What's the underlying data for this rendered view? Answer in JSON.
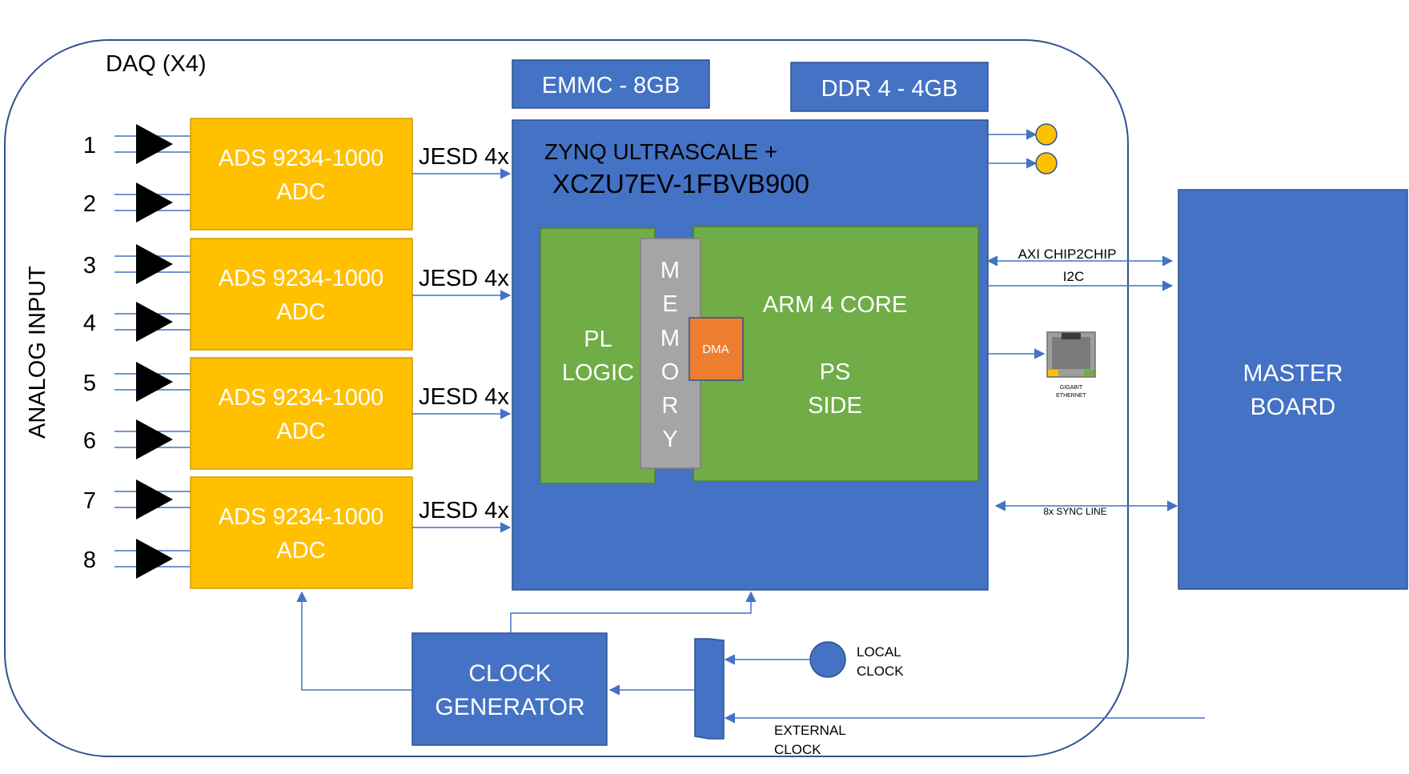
{
  "colors": {
    "blue": "#4472c4",
    "dark_blue": "#2f528f",
    "yellow": "#ffc000",
    "yellow_border": "#d39b00",
    "green": "#70ad47",
    "grey": "#a5a5a5",
    "orange": "#ed7d31",
    "line": "#4472c4",
    "triangle": "#000000"
  },
  "enclosure": {
    "title": "DAQ  (X4)"
  },
  "analog": {
    "label": "ANALOG INPUT",
    "channels": [
      "1",
      "2",
      "3",
      "4",
      "5",
      "6",
      "7",
      "8"
    ]
  },
  "adcs": [
    {
      "line1": "ADS 9234-1000",
      "line2": "ADC",
      "link": "JESD 4x"
    },
    {
      "line1": "ADS 9234-1000",
      "line2": "ADC",
      "link": "JESD 4x"
    },
    {
      "line1": "ADS 9234-1000",
      "line2": "ADC",
      "link": "JESD 4x"
    },
    {
      "line1": "ADS 9234-1000",
      "line2": "ADC",
      "link": "JESD 4x"
    }
  ],
  "emmc": "EMMC - 8GB",
  "ddr": "DDR 4 - 4GB",
  "zynq": {
    "line1": "ZYNQ ULTRASCALE +",
    "line2": "XCZU7EV-1FBVB900"
  },
  "pl": {
    "line1": "PL",
    "line2": "LOGIC"
  },
  "memory_letters": [
    "M",
    "E",
    "M",
    "O",
    "R",
    "Y"
  ],
  "dma": "DMA",
  "ps": {
    "line1": "ARM 4 CORE",
    "line2": "PS",
    "line3": "SIDE"
  },
  "links": {
    "axi": "AXI CHIP2CHIP",
    "i2c": "I2C",
    "sync": "8x SYNC LINE"
  },
  "ethernet": {
    "line1": "GIGABIT",
    "line2": "ETHERNET"
  },
  "master": {
    "line1": "MASTER",
    "line2": "BOARD"
  },
  "clock_gen": {
    "line1": "CLOCK",
    "line2": "GENERATOR"
  },
  "local_clock": {
    "line1": "LOCAL",
    "line2": "CLOCK"
  },
  "external_clock": {
    "line1": "EXTERNAL",
    "line2": "CLOCK"
  }
}
